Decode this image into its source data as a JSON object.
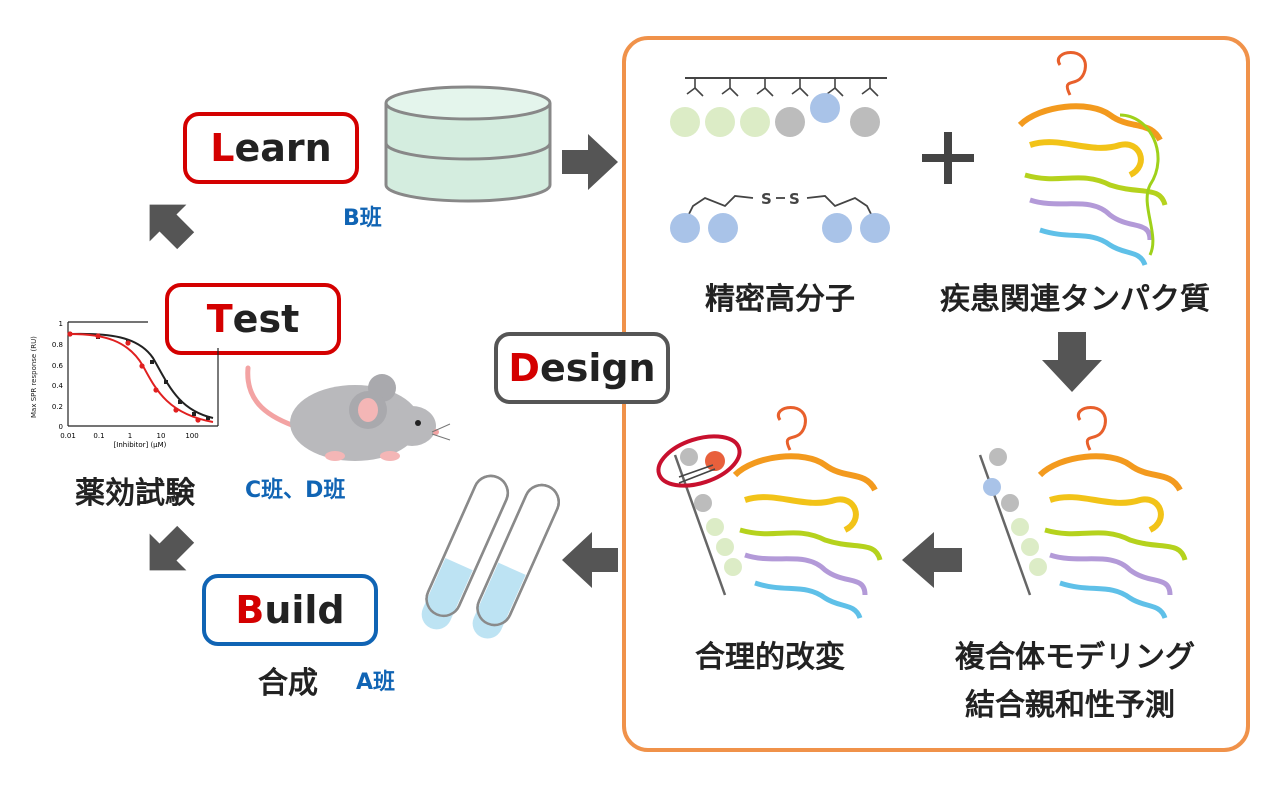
{
  "cycle": {
    "learn": {
      "first": "L",
      "rest": "earn",
      "team": "B班"
    },
    "test": {
      "first": "T",
      "rest": "est"
    },
    "design": {
      "first": "D",
      "rest": "esign"
    },
    "build": {
      "first": "B",
      "rest": "uild"
    }
  },
  "assay": {
    "label": "薬効試験",
    "team": "C班、D班"
  },
  "synthesis": {
    "label": "合成",
    "team": "A班"
  },
  "design_panel": {
    "polymer_label": "精密高分子",
    "protein_label": "疾患関連タンパク質",
    "rational_label": "合理的改変",
    "modeling_label_1": "複合体モデリング",
    "modeling_label_2": "結合親和性予測",
    "disulfide_atoms": [
      "S",
      "S"
    ]
  },
  "dose_chart": {
    "ylabel": "Max SPR response (RU)",
    "xlabel": "[Inhibitor] (μM)",
    "x_ticks": [
      "0.01",
      "0.1",
      "1",
      "10",
      "100"
    ],
    "y_ticks": [
      "0",
      "0.2",
      "0.4",
      "0.6",
      "0.8",
      "1"
    ]
  },
  "colors": {
    "accent_red": "#d40000",
    "team_blue": "#1064b4",
    "design_border": "#f0924a",
    "arrow_gray": "#555555"
  }
}
